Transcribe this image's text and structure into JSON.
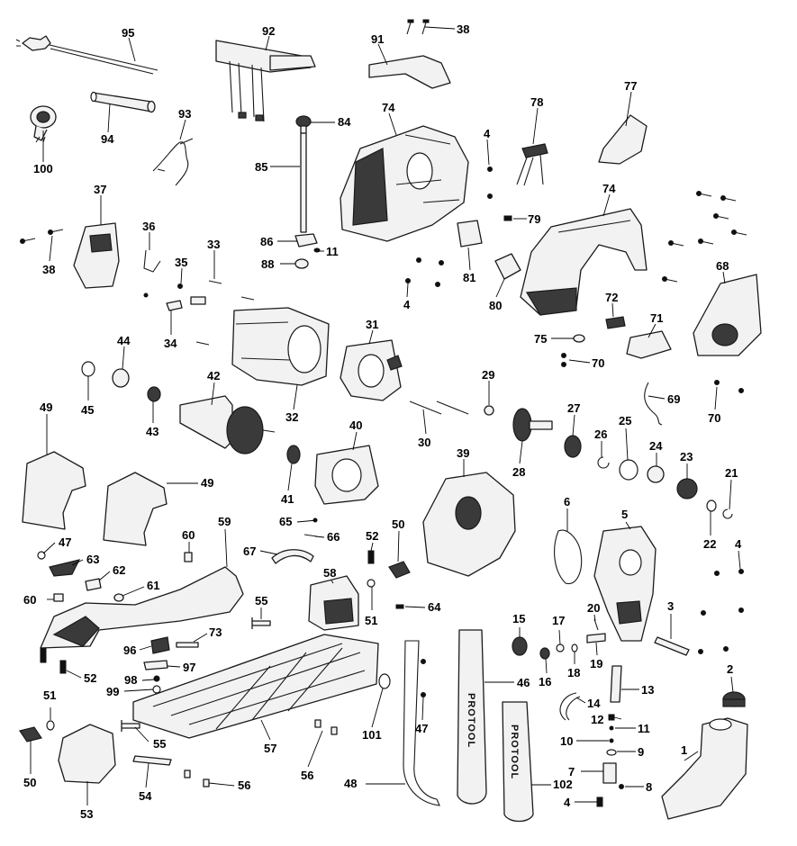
{
  "brand_text": "PROTOOL",
  "labels": [
    "95",
    "92",
    "91",
    "38",
    "100",
    "94",
    "93",
    "84",
    "74",
    "78",
    "77",
    "4",
    "85",
    "37",
    "36",
    "79",
    "38",
    "33",
    "35",
    "86",
    "11",
    "88",
    "81",
    "74",
    "4",
    "80",
    "72",
    "68",
    "34",
    "75",
    "71",
    "70",
    "31",
    "44",
    "45",
    "43",
    "42",
    "32",
    "29",
    "30",
    "28",
    "27",
    "26",
    "25",
    "24",
    "23",
    "69",
    "70",
    "21",
    "49",
    "40",
    "41",
    "39",
    "49",
    "6",
    "5",
    "22",
    "4",
    "59",
    "60",
    "47",
    "63",
    "62",
    "61",
    "65",
    "66",
    "67",
    "52",
    "58",
    "50",
    "51",
    "55",
    "64",
    "73",
    "96",
    "97",
    "98",
    "99",
    "20",
    "19",
    "3",
    "60",
    "52",
    "51",
    "50",
    "53",
    "54",
    "55",
    "57",
    "56",
    "56",
    "101",
    "47",
    "48",
    "46",
    "102",
    "15",
    "17",
    "18",
    "16",
    "14",
    "13",
    "12",
    "11",
    "10",
    "9",
    "7",
    "8",
    "4",
    "2",
    "1"
  ]
}
